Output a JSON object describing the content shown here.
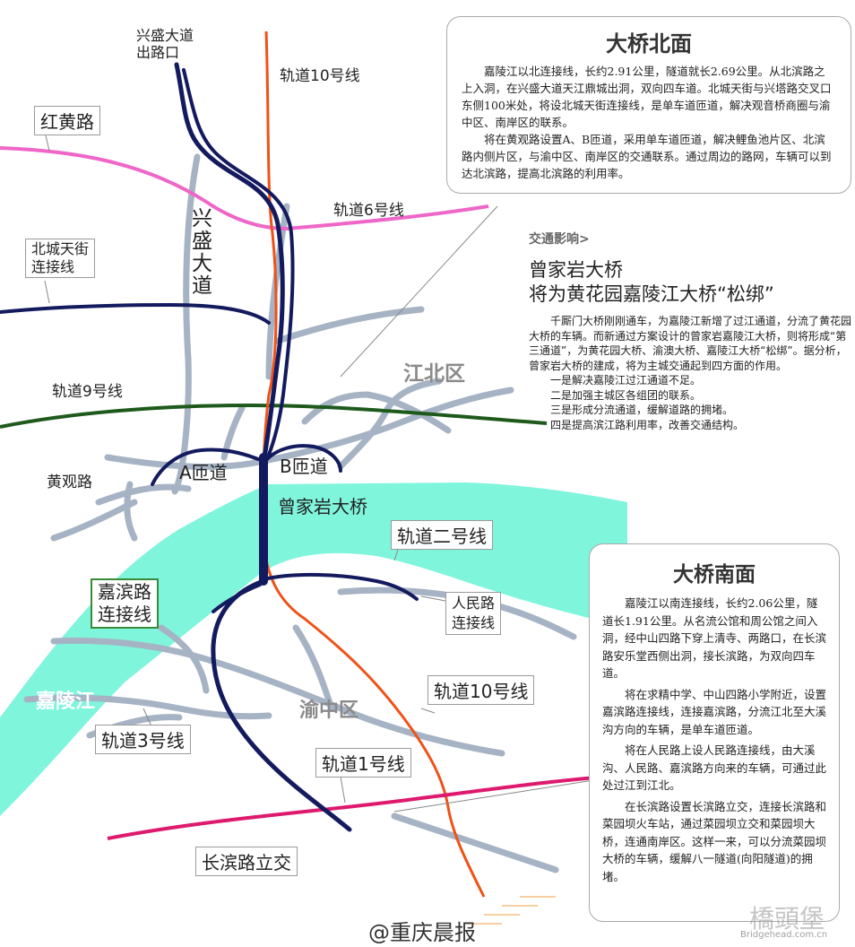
{
  "colors": {
    "river": "#7ff5dc",
    "new_road": "#131a5e",
    "existing_road": "#a6b3c4",
    "rail10": "#ee5218",
    "rail1": "#de1a6e",
    "rail6_hongyang": "#ef66c8",
    "rail9": "#1e5a1c"
  },
  "map": {
    "xingsheng_exit": [
      "兴盛大道",
      "出路口"
    ],
    "hongjin_road": "红黄路",
    "rail_10_top": "轨道10号线",
    "rail_6": "轨道6号线",
    "xingsheng_avenue": [
      "兴",
      "盛",
      "大",
      "道"
    ],
    "beicheng_link": [
      "北城天街",
      "连接线"
    ],
    "rail_9": "轨道9号线",
    "jiangbei": "江北区",
    "huangguan_road": "黄观路",
    "ramp_a": "A匝道",
    "ramp_b": "B匝道",
    "bridge": "曾家岩大桥",
    "rail_2": "轨道二号线",
    "jiabin_link": [
      "嘉滨路",
      "连接线"
    ],
    "renmin_link": [
      "人民路",
      "连接线"
    ],
    "jialing_river": "嘉陵江",
    "yuzhong": "渝中区",
    "rail_10_bottom": "轨道10号线",
    "rail_3": "轨道3号线",
    "rail_1": "轨道1号线",
    "changbin_interchange": "长滨路立交"
  },
  "north_panel": {
    "title": "大桥北面",
    "paragraphs": [
      "嘉陵江以北连接线，长约2.91公里，隧道就长2.69公里。从北滨路之上入洞，在兴盛大道天江鼎城出洞，双向四车道。北城天街与兴塔路交叉口东侧100米处，将设北城天街连接线，是单车道匝道，解决观音桥商圈与渝中区、南岸区的联系。",
      "将在黄观路设置A、B匝道，采用单车道匝道，解决鲤鱼池片区、北滨路内侧片区，与渝中区、南岸区的交通联系。通过周边的路网，车辆可以到达北滨路，提高北滨路的利用率。"
    ]
  },
  "impact": {
    "tag": "交通影响>",
    "headline": [
      "曾家岩大桥",
      "将为黄花园嘉陵江大桥“松绑”"
    ],
    "body": "千厮门大桥刚刚通车，为嘉陵江新增了过江通道，分流了黄花园大桥的车辆。而新通过方案设计的曾家岩嘉陵江大桥，则将形成“第三通道”，为黄花园大桥、渝澳大桥、嘉陵江大桥“松绑”。据分析，曾家岩大桥的建成，将为主城交通起到四方面的作用。",
    "points": [
      "一是解决嘉陵江过江通道不足。",
      "二是加强主城区各组团的联系。",
      "三是形成分流通道，缓解道路的拥堵。",
      "四是提高滨江路利用率，改善交通结构。"
    ]
  },
  "south_panel": {
    "title": "大桥南面",
    "paragraphs": [
      "嘉陵江以南连接线，长约2.06公里，隧道长1.91公里。从名流公馆和周公馆之间入洞，经中山四路下穿上清寺、两路口，在长滨路安乐堂西侧出洞，接长滨路，为双向四车道。",
      "将在求精中学、中山四路小学附近，设置嘉滨路连接线，连接嘉滨路，分流江北至大溪沟方向的车辆，是单车道匝道。",
      "将在人民路上设人民路连接线，由大溪沟、人民路、嘉滨路方向来的车辆，可通过此处过江到江北。",
      "在长滨路设置长滨路立交，连接长滨路和菜园坝火车站，通过菜园坝立交和菜园坝大桥，连通南岸区。这样一来，可以分流菜园坝大桥的车辆，缓解八一隧道(向阳隧道)的拥堵。"
    ]
  },
  "footer": {
    "source": "@重庆晨报",
    "watermark": "橋頭堡",
    "watermark_url": "Bridgehead.com.cn"
  }
}
